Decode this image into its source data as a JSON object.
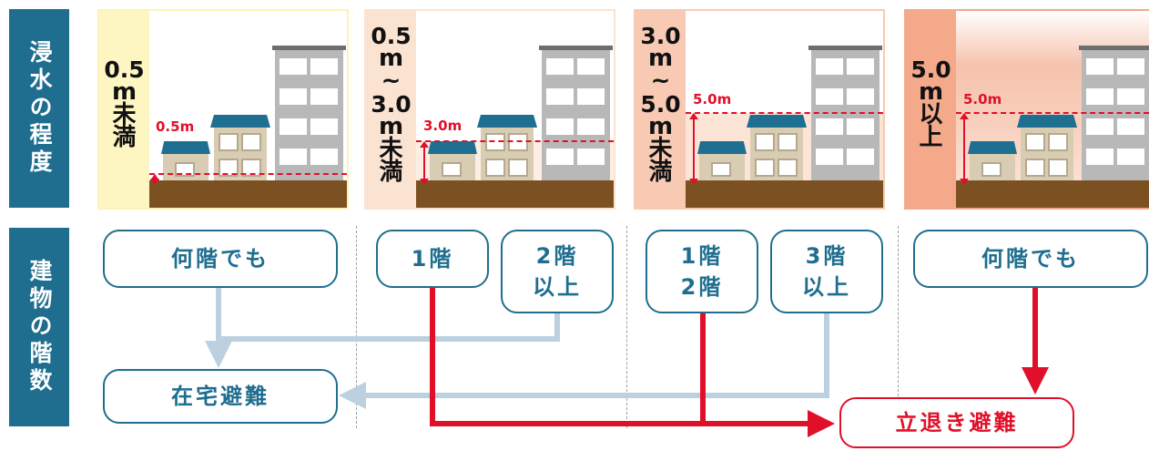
{
  "side_labels": {
    "inundation": "浸水の程度",
    "floors": "建物の階数"
  },
  "panels": [
    {
      "lines": [
        "0.5",
        "m",
        "未",
        "満"
      ],
      "depth_label": "0.5m",
      "band_color": "#fdf6c3"
    },
    {
      "lines": [
        "0.5",
        "m",
        "~",
        "3.0",
        "m",
        "未",
        "満"
      ],
      "depth_label": "3.0m",
      "band_color": "#fbe3d2"
    },
    {
      "lines": [
        "3.0",
        "m",
        "~",
        "5.0",
        "m",
        "未",
        "満"
      ],
      "depth_label": "5.0m",
      "band_color": "#f8cab4"
    },
    {
      "lines": [
        "5.0",
        "m",
        "以",
        "上"
      ],
      "depth_label": "5.0m",
      "band_color": "#f4a98b"
    }
  ],
  "floor_boxes": {
    "p1_any": "何階でも",
    "p2_1f": "1階",
    "p2_2f_up": "2階\n以上",
    "p3_1f2f": "1階\n2階",
    "p3_3f_up": "3階\n以上",
    "p4_any": "何階でも"
  },
  "results": {
    "stay_home": "在宅避難",
    "evacuate": "立退き避難"
  },
  "colors": {
    "blue": "#1f6e8f",
    "red": "#e0102a",
    "light_arrow": "#bcd0df",
    "ground": "#7c5122"
  }
}
